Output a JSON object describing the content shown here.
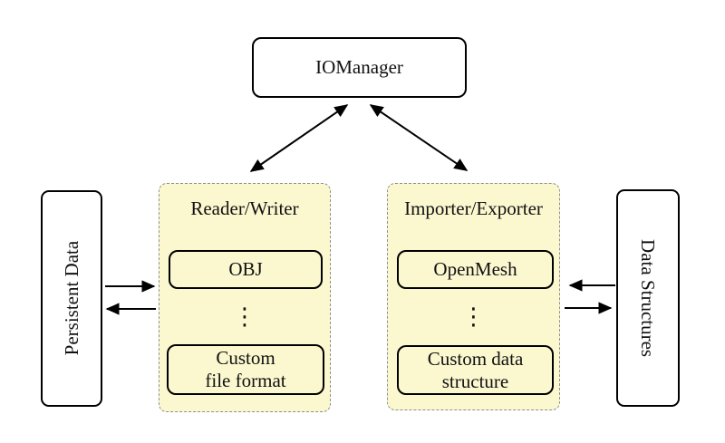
{
  "diagram": {
    "iomanager": {
      "label": "IOManager"
    },
    "persistent_data": {
      "label": "Persistent Data"
    },
    "data_structures": {
      "label": "Data Structures"
    },
    "reader_writer": {
      "title": "Reader/Writer",
      "top_item": "OBJ",
      "ellipsis": "⋮",
      "bottom_item_line1": "Custom",
      "bottom_item_line2": "file format"
    },
    "importer_exporter": {
      "title": "Importer/Exporter",
      "top_item": "OpenMesh",
      "ellipsis": "⋮",
      "bottom_item_line1": "Custom data",
      "bottom_item_line2": "structure"
    },
    "colors": {
      "group_fill": "#fbf8d0",
      "group_border": "#8f8f8f",
      "node_border": "#000000",
      "arrow": "#000000"
    }
  }
}
